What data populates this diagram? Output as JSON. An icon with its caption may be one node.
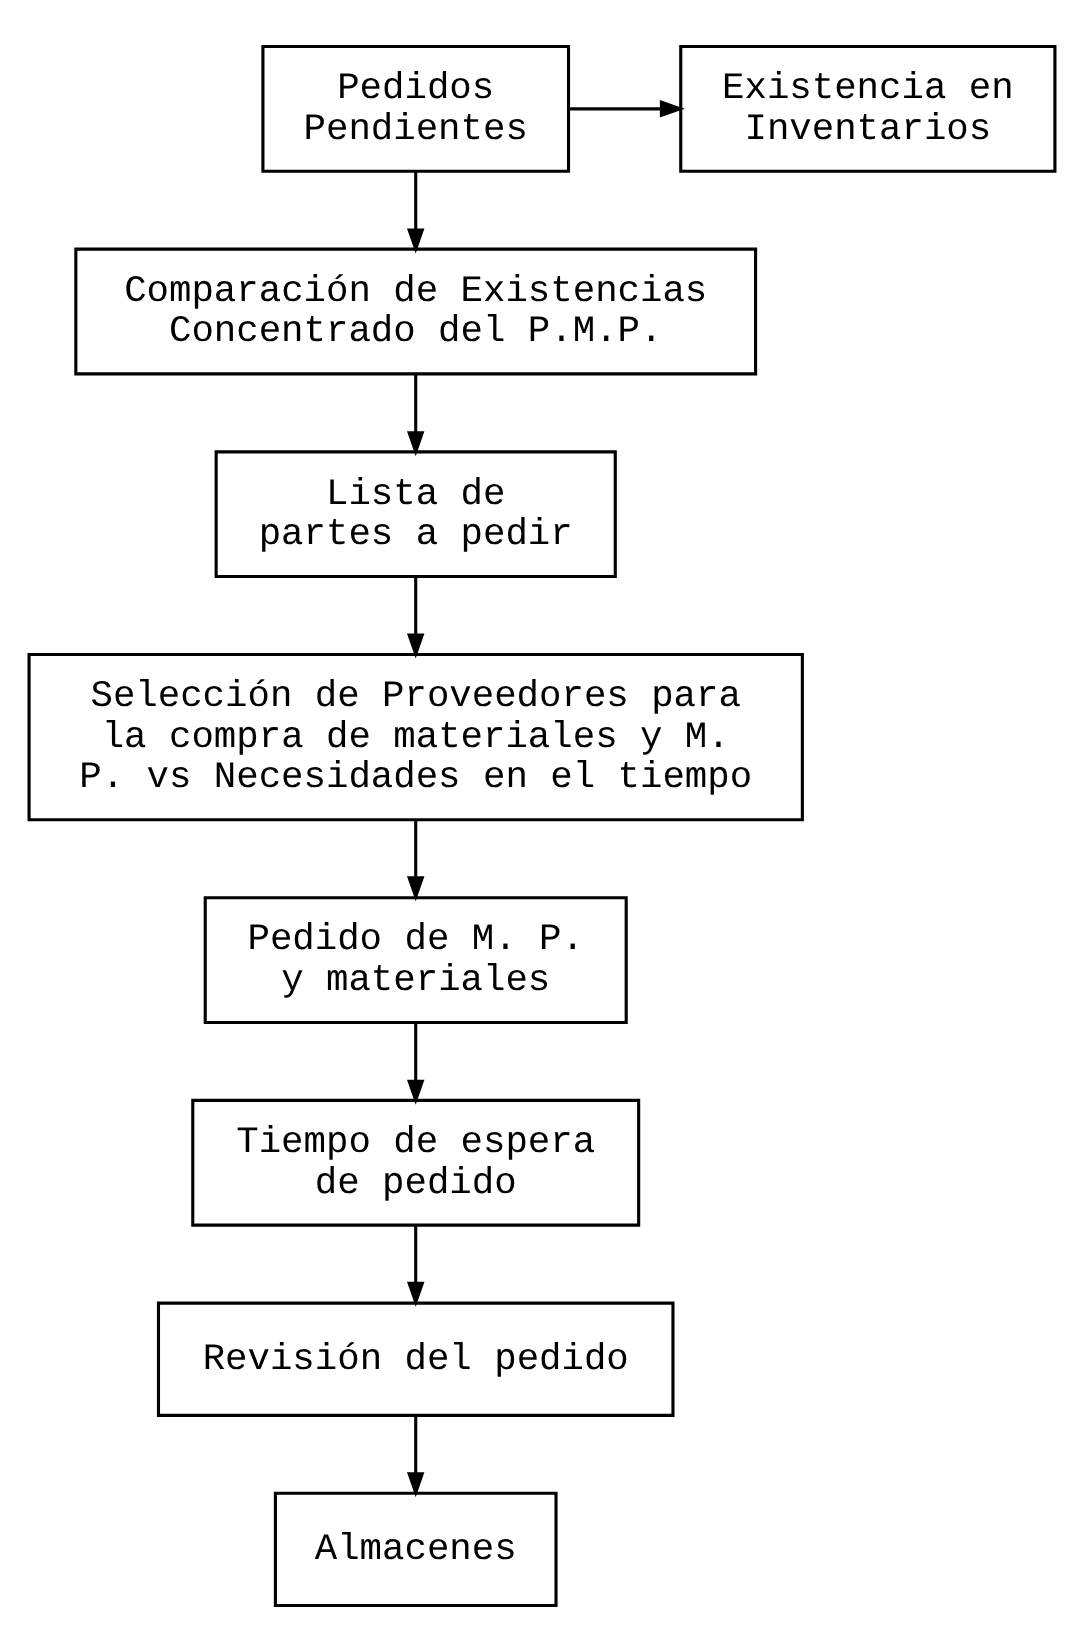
{
  "diagram": {
    "nodes": [
      {
        "text": [
          "Pedidos Pendientes"
        ]
      },
      {
        "text": [
          "Existencia en Inventarios"
        ]
      },
      {
        "text": [
          "Comparación de Existencias Concentrado del P.M.P."
        ]
      },
      {
        "text": [
          "Lista de partes a pedir"
        ]
      },
      {
        "text": [
          "Selección de Proveedores para la compra de materiales y M. P. vs Necesidades en el tiempo"
        ]
      },
      {
        "text": [
          "Pedido de M. P. y materiales"
        ]
      },
      {
        "text": [
          "Tiempo de espera de pedido"
        ]
      },
      {
        "text": [
          "Revisión del pedido"
        ]
      },
      {
        "text": [
          "Almacenes"
        ]
      }
    ],
    "edges": [
      {
        "from": 0,
        "to": 1,
        "arrow": "to"
      },
      {
        "from": 0,
        "to": 2,
        "arrow": "to"
      },
      {
        "from": 2,
        "to": 3,
        "arrow": "to"
      },
      {
        "from": 3,
        "to": 4,
        "arrow": "to"
      },
      {
        "from": 4,
        "to": 5,
        "arrow": "to"
      },
      {
        "from": 5,
        "to": 6,
        "arrow": "to"
      },
      {
        "from": 6,
        "to": 7,
        "arrow": "to"
      },
      {
        "from": 7,
        "to": 8,
        "arrow": "to"
      }
    ]
  }
}
